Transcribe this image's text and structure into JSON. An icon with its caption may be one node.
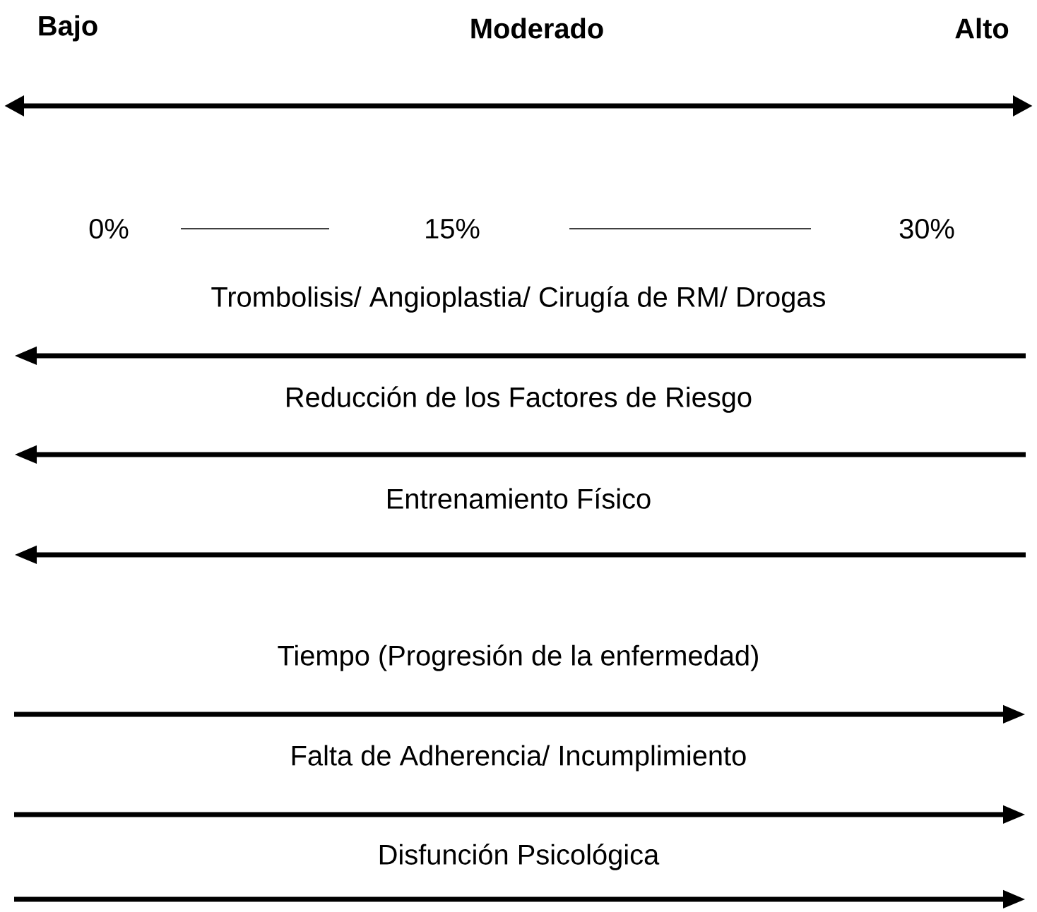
{
  "diagram": {
    "labels": [
      "Bajo",
      "Moderado",
      "Alto",
      "0%",
      "15%",
      "30%",
      "Trombolisis/ Angioplastia/ Cirugía de RM/ Drogas",
      "Reducción de los Factores de Riesgo",
      "Entrenamiento Físico",
      "Tiempo (Progresión de la enfermedad)",
      "Falta de Adherencia/ Incumplimiento",
      "Disfunción Psicológica"
    ]
  }
}
